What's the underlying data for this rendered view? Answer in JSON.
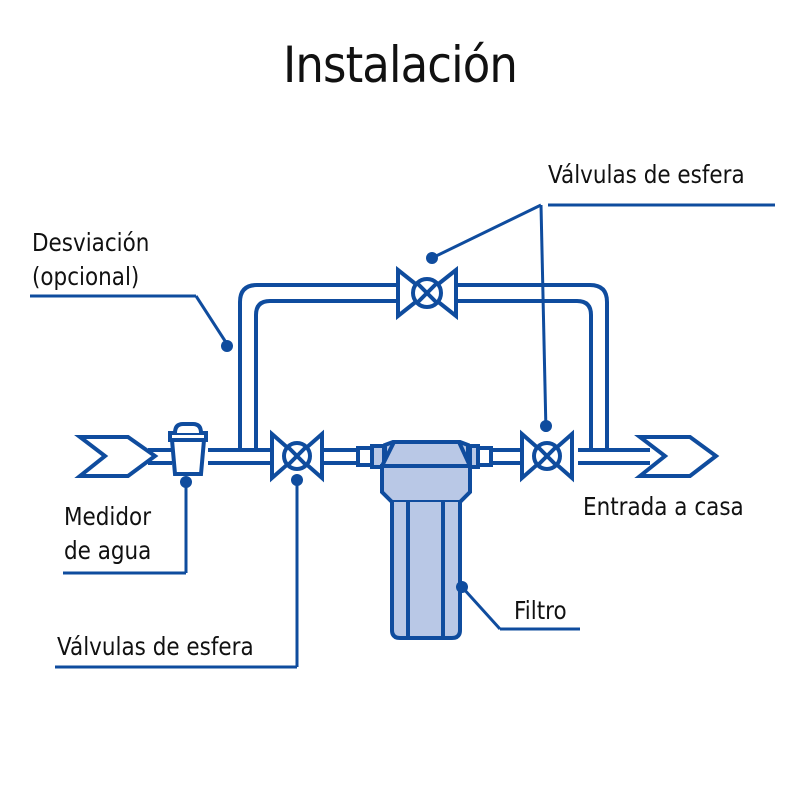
{
  "title": "Instalación",
  "colors": {
    "line": "#0f4c9e",
    "filter_fill": "#b9c8e6",
    "text": "#111111",
    "background": "#ffffff"
  },
  "labels": {
    "valves_top": "Válvulas de esfera",
    "bypass_line1": "Desviación",
    "bypass_line2": "(opcional)",
    "meter_line1": "Medidor",
    "meter_line2": "de agua",
    "valves_bottom": "Válvulas de esfera",
    "house_inlet": "Entrada a casa",
    "filter": "Filtro"
  },
  "components": [
    {
      "name": "inlet-arrow",
      "type": "flow-arrow"
    },
    {
      "name": "water-meter",
      "type": "meter"
    },
    {
      "name": "ball-valve-inlet",
      "type": "ball-valve"
    },
    {
      "name": "ball-valve-bypass",
      "type": "ball-valve"
    },
    {
      "name": "ball-valve-outlet",
      "type": "ball-valve"
    },
    {
      "name": "water-filter",
      "type": "filter-housing"
    },
    {
      "name": "outlet-arrow",
      "type": "flow-arrow"
    },
    {
      "name": "bypass-pipe",
      "type": "pipe-loop"
    }
  ]
}
